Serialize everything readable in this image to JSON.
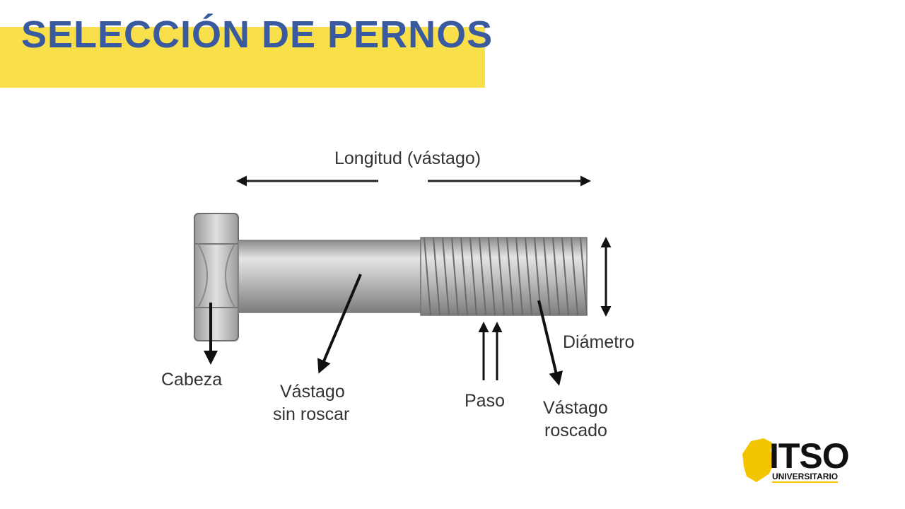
{
  "slide": {
    "title": "SELECCIÓN DE PERNOS"
  },
  "diagram": {
    "labels": {
      "length": "Longitud (vástago)",
      "head": "Cabeza",
      "unthreaded_line1": "Vástago",
      "unthreaded_line2": "sin roscar",
      "pitch": "Paso",
      "threaded_line1": "Vástago",
      "threaded_line2": "roscado",
      "diameter": "Diámetro"
    }
  },
  "logo": {
    "word": "ITSO",
    "subtitle": "UNIVERSITARIO"
  },
  "colors": {
    "title_text": "#3a5aa0",
    "title_band": "#f9e04b",
    "logo_yellow": "#f2c500"
  }
}
